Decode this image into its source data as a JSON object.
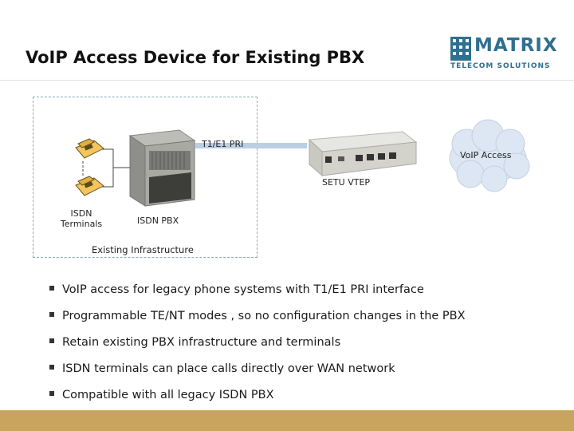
{
  "slide": {
    "title": "VoIP Access Device for Existing PBX"
  },
  "logo": {
    "brand": "MATRIX",
    "tagline": "TELECOM SOLUTIONS"
  },
  "diagram": {
    "link_label": "T1/E1 PRI",
    "cloud_label": "VoIP Access",
    "device_label": "SETU VTEP",
    "terminals_label": "ISDN\nTerminals",
    "pbx_label": "ISDN PBX",
    "group_label": "Existing Infrastructure"
  },
  "bullets": [
    "VoIP access for legacy phone systems with T1/E1 PRI interface",
    "Programmable TE/NT modes , so no configuration changes in the PBX",
    "Retain existing PBX infrastructure and terminals",
    "ISDN terminals can place calls directly over WAN network",
    "Compatible with all legacy ISDN PBX"
  ],
  "colors": {
    "brand": "#2f6f8f",
    "link": "#b9cfe4",
    "footer": "#c8a45f",
    "cloud": "#dde6f3"
  }
}
